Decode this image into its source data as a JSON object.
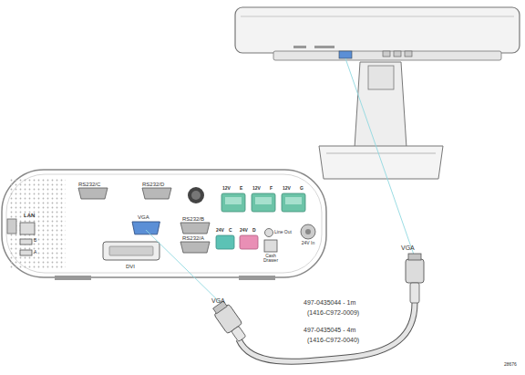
{
  "diagram": {
    "labels": [
      "RS232/C",
      "RS232/D",
      "12V",
      "E",
      "12V",
      "F",
      "12V",
      "G",
      "LAN",
      "VGA",
      "RS232/B",
      "RS232/A",
      "B",
      "A",
      "DVI",
      "24V",
      "C",
      "24V",
      "D",
      "Line Out",
      "Cash Drawer",
      "24V In",
      "VGA",
      "VGA",
      "497-0435044 - 1m",
      "(1416-C972-0009)",
      "497-0435045 - 4m",
      "(1416-C972-0040)",
      "28676"
    ]
  }
}
